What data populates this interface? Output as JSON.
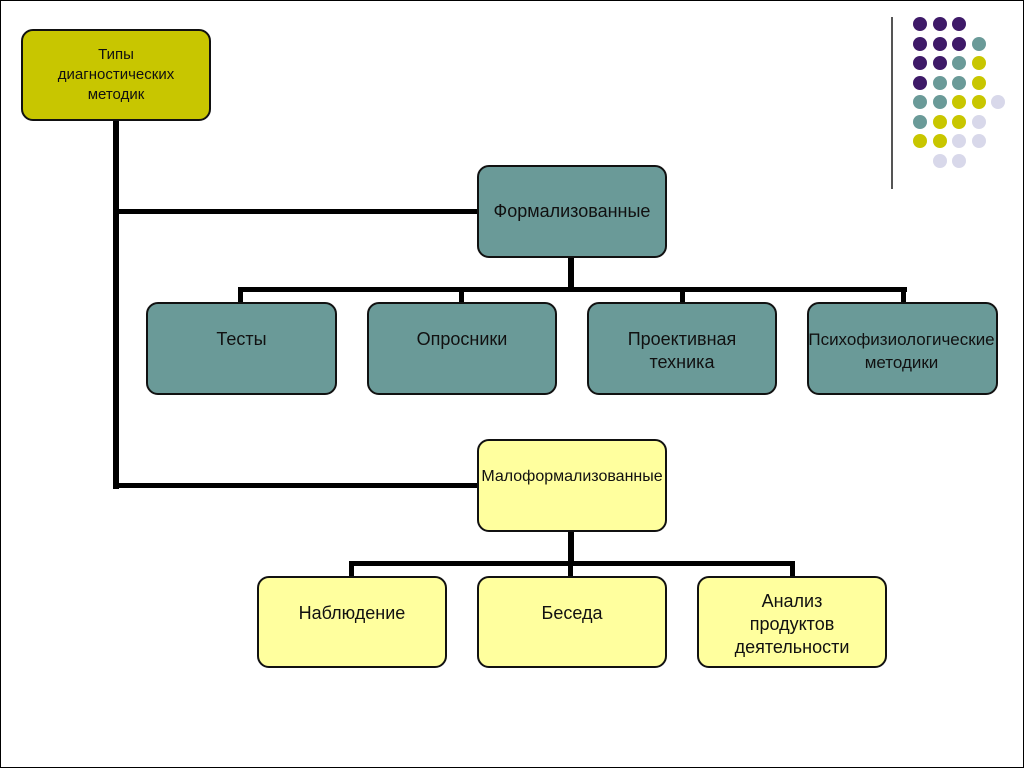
{
  "root": {
    "label": "Типы\nдиагностических\nметодик",
    "color": "#c8c600"
  },
  "formal": {
    "label": "Формализованные",
    "color": "#6a9a98",
    "children": [
      "Тесты",
      "Опросники",
      "Проективная\nтехника",
      "Психофизиологические\nметодики"
    ]
  },
  "informal": {
    "label": "Малоформализованные",
    "color": "#ffff9e",
    "children": [
      "Наблюдение",
      "Беседа",
      "Анализ\nпродуктов\nдеятельности"
    ]
  },
  "decoration": {
    "dot_colors": {
      "purple": "#3e1a68",
      "teal": "#6a9a98",
      "lime": "#c8c600",
      "lavender": "#d8d8ea"
    }
  }
}
